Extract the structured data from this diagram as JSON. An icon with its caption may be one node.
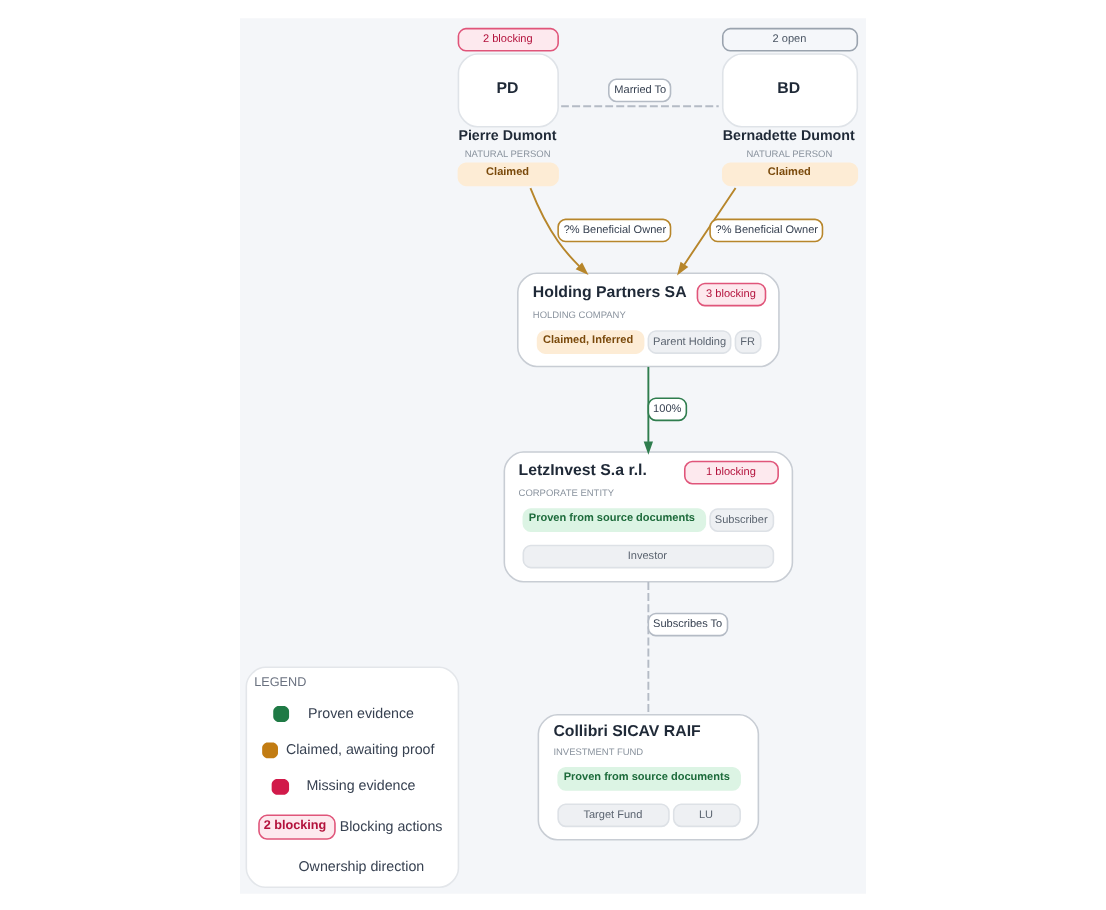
{
  "diagram": {
    "nodes": [
      {
        "text": [
          "2 blocking",
          "PD",
          "Pierre Dumont",
          "NATURAL PERSON",
          "Claimed"
        ]
      },
      {
        "text": [
          "2 open",
          "BD",
          "Bernadette Dumont",
          "NATURAL PERSON",
          "Claimed"
        ]
      },
      {
        "text": [
          "3 blocking",
          "Holding Partners SA",
          "HOLDING COMPANY",
          "Claimed, Inferred",
          "Parent Holding",
          "FR"
        ]
      },
      {
        "text": [
          "1 blocking",
          "LetzInvest S.a r.l.",
          "CORPORATE ENTITY",
          "Proven from source documents",
          "Subscriber",
          "Investor"
        ]
      },
      {
        "text": [
          "Collibri SICAV RAIF",
          "INVESTMENT FUND",
          "Proven from source documents",
          "Target Fund",
          "LU"
        ]
      }
    ],
    "edges": [
      {
        "from": 0,
        "to": 1,
        "arrow": "none",
        "style": "dashed",
        "label": "Married To",
        "color": "#b4bbc5"
      },
      {
        "from": 0,
        "to": 2,
        "arrow": "to",
        "label": "?% Beneficial Owner",
        "color": "#b7862b"
      },
      {
        "from": 1,
        "to": 2,
        "arrow": "to",
        "label": "?% Beneficial Owner",
        "color": "#b7862b"
      },
      {
        "from": 2,
        "to": 3,
        "arrow": "to",
        "label": "100%",
        "color": "#2f7d4e"
      },
      {
        "from": 3,
        "to": 4,
        "arrow": "none",
        "style": "dashed",
        "label": "Subscribes To",
        "color": "#b4bbc5"
      }
    ],
    "labels": [
      "LEGEND",
      "2 blocking"
    ],
    "legend": [
      {
        "text": "Proven evidence",
        "color": "#1f7a45"
      },
      {
        "text": "Claimed, awaiting proof",
        "color": "#c27c12"
      },
      {
        "text": "Missing evidence",
        "color": "#d11a4a"
      },
      {
        "text": "Blocking actions"
      },
      {
        "text": "Ownership direction"
      }
    ]
  }
}
